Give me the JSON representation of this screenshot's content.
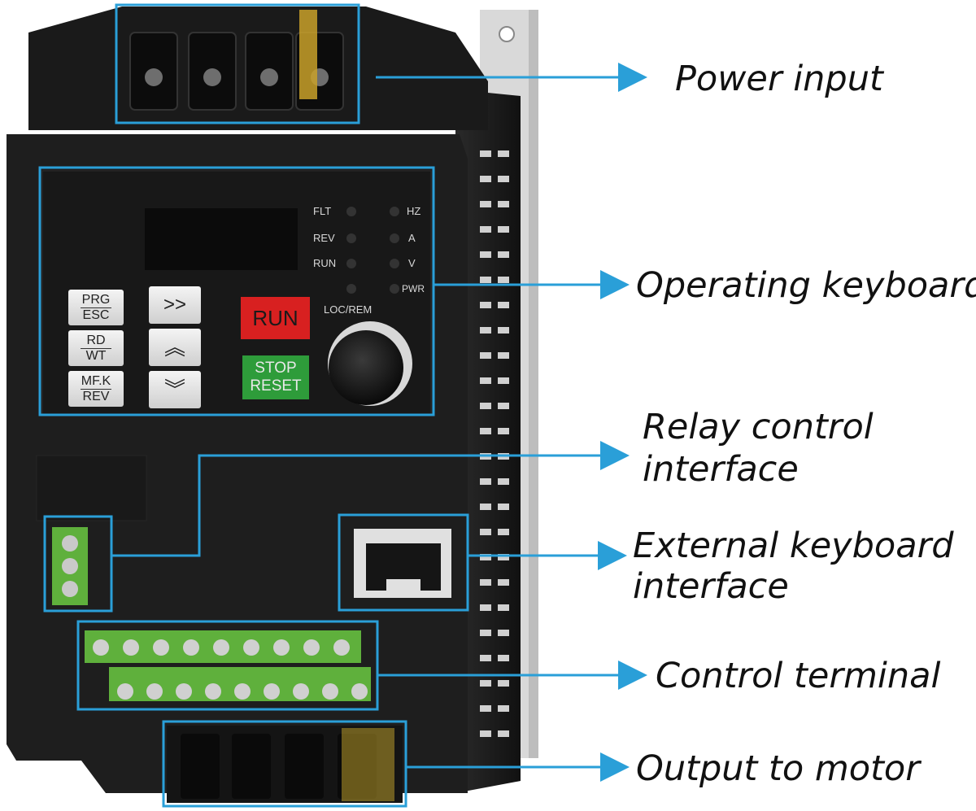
{
  "callouts": {
    "power_input": "Power input",
    "operating_keyboard": "Operating keyboard",
    "relay_control_interface_line1": "Relay control",
    "relay_control_interface_line2": "interface",
    "external_keyboard_interface_line1": "External keyboard",
    "external_keyboard_interface_line2": "interface",
    "control_terminal": "Control terminal",
    "output_to_motor": "Output to motor"
  },
  "panel": {
    "indicators_left": [
      "FLT",
      "REV",
      "RUN"
    ],
    "indicators_right": [
      "HZ",
      "A",
      "V",
      "PWR"
    ],
    "loc_rem": "LOC/REM",
    "keys": {
      "prg_top": "PRG",
      "prg_bottom": "ESC",
      "rd_top": "RD",
      "rd_bottom": "WT",
      "mfk_top": "MF.K",
      "mfk_bottom": "REV",
      "shift": ">>",
      "run": "RUN",
      "stop_top": "STOP",
      "stop_bottom": "RESET"
    }
  },
  "colors": {
    "highlight_box": "#2a9fd8",
    "arrow": "#2a9fd8",
    "device_body": "#1c1c1c",
    "run_key": "#d82020",
    "stop_key": "#2e9c3a",
    "terminal_green": "#5fb03c"
  }
}
